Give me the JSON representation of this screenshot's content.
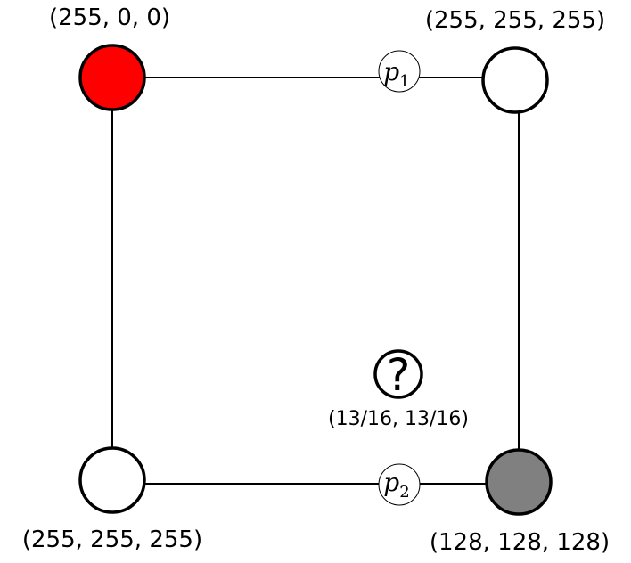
{
  "nodes": {
    "top_left": {
      "label": "(255, 0, 0)",
      "color": "#ff0000"
    },
    "top_right": {
      "label": "(255, 255, 255)",
      "color": "#ffffff"
    },
    "bottom_left": {
      "label": "(255, 255, 255)",
      "color": "#ffffff"
    },
    "bottom_right": {
      "label": "(128, 128, 128)",
      "color": "#808080"
    }
  },
  "params": {
    "p1": {
      "symbol": "p",
      "subscript": "1"
    },
    "p2": {
      "symbol": "p",
      "subscript": "2"
    }
  },
  "query": {
    "glyph": "?",
    "coords": "(13/16, 13/16)"
  }
}
